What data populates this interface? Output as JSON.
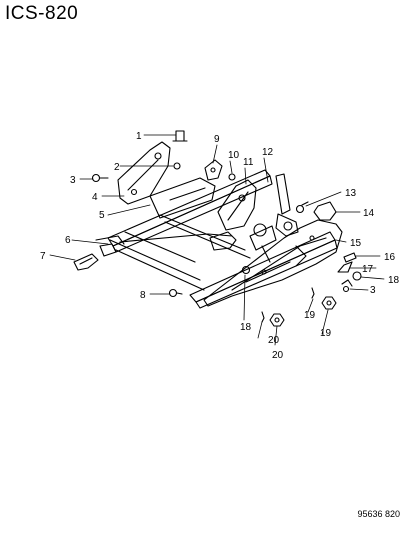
{
  "diagram": {
    "title": "ICS-820",
    "illustration_code": "95636 820",
    "callouts": [
      "1",
      "2",
      "3",
      "4",
      "5",
      "6",
      "7",
      "8",
      "9",
      "10",
      "11",
      "12",
      "13",
      "14",
      "15",
      "16",
      "17",
      "18",
      "3",
      "18",
      "20",
      "19",
      "20",
      "19"
    ]
  }
}
